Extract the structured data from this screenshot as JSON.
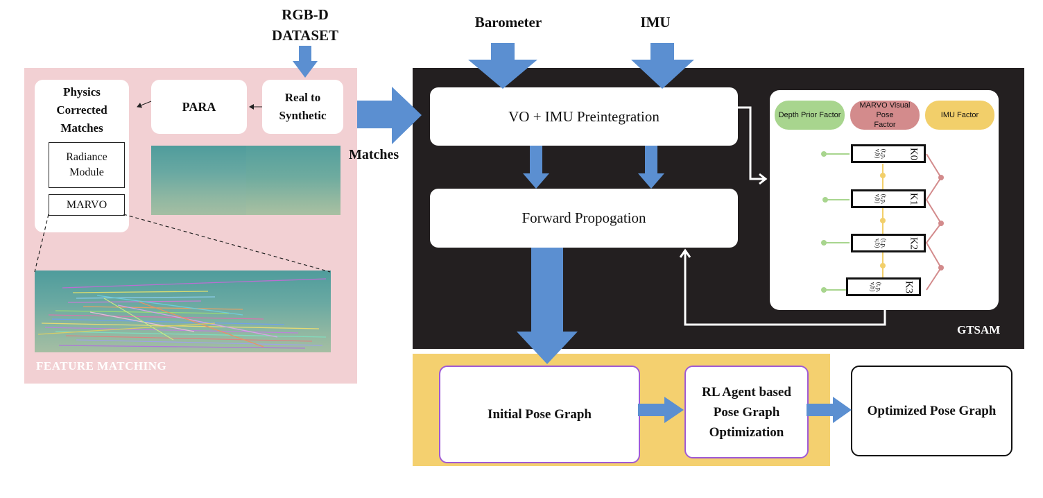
{
  "inputs": {
    "rgbd_line1": "RGB-D",
    "rgbd_line2": "DATASET",
    "barometer": "Barometer",
    "imu": "IMU",
    "matches": "Matches"
  },
  "feature_matching": {
    "panel_label": "FEATURE  MATCHING",
    "physics_line1": "Physics",
    "physics_line2": "Corrected",
    "physics_line3": "Matches",
    "radiance_line1": "Radiance",
    "radiance_line2": "Module",
    "marvo": "MARVO",
    "para": "PARA",
    "real_to_synth_line1": "Real to",
    "real_to_synth_line2": "Synthetic"
  },
  "gtsam": {
    "panel_label": "GTSAM",
    "vo_imu": "VO + IMU Preintegration",
    "forward_prop": "Forward Propogation",
    "factors": {
      "depth": "Depth Prior Factor",
      "marvo_line1": "MARVO Visual Pose",
      "marvo_line2": "Factor",
      "imu": "IMU Factor"
    },
    "keyframes": [
      {
        "name": "K0",
        "state_line1": "(t,p,",
        "state_line2": "v,b)"
      },
      {
        "name": "K1",
        "state_line1": "(t,p,",
        "state_line2": "v,b)"
      },
      {
        "name": "K2",
        "state_line1": "(t,p,",
        "state_line2": "v,b)"
      },
      {
        "name": "K3",
        "state_line1": "(t,p,",
        "state_line2": "v,b)"
      }
    ]
  },
  "optimization": {
    "initial": "Initial Pose Graph",
    "rl_line1": "RL Agent based",
    "rl_line2": "Pose Graph",
    "rl_line3": "Optimization",
    "optimized": "Optimized Pose Graph"
  },
  "colors": {
    "arrow_blue": "#5b8fd1",
    "feature_panel": "#f2d0d3",
    "gtsam_panel": "#231f20",
    "optimization_band": "#f4d06f",
    "depth_factor": "#a8d58e",
    "marvo_factor": "#d38b8c",
    "imu_factor": "#f2cf6a",
    "box_outline_purple": "#9f59d6"
  }
}
